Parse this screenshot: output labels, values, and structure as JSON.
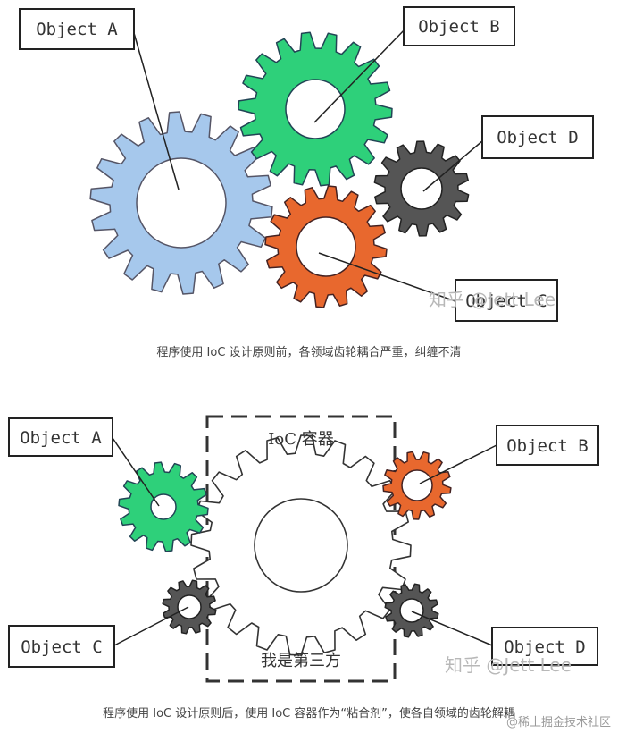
{
  "figure1": {
    "labels": {
      "a": "Object A",
      "b": "Object B",
      "c": "Object C",
      "d": "Object D"
    },
    "watermark": "知乎 @Jett Lee",
    "caption": "程序使用 IoC 设计原则前，各领域齿轮耦合严重，纠缠不清",
    "colors": {
      "a": "#a6c8ec",
      "b": "#2ed07a",
      "c": "#e8682e",
      "d": "#555555"
    }
  },
  "figure2": {
    "labels": {
      "a": "Object A",
      "b": "Object B",
      "c": "Object C",
      "d": "Object D"
    },
    "container_title": "IoC 容器",
    "container_subtitle": "我是第三方",
    "watermark": "知乎 @Jett Lee",
    "caption": "程序使用 IoC 设计原则后，使用 IoC 容器作为“粘合剂”，使各自领域的齿轮解耦",
    "colors": {
      "a": "#2ed07a",
      "b": "#e8682e",
      "c": "#555555",
      "d": "#555555"
    }
  },
  "site_watermark": "@稀土掘金技术社区"
}
